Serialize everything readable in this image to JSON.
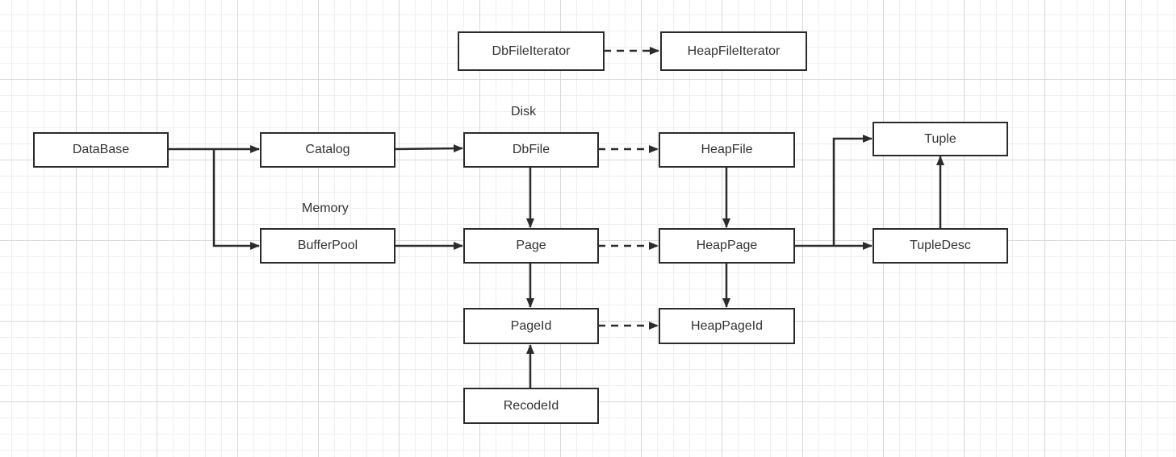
{
  "nodes": {
    "database": "DataBase",
    "catalog": "Catalog",
    "bufferpool": "BufferPool",
    "dbfile": "DbFile",
    "heapfile": "HeapFile",
    "page": "Page",
    "heappage": "HeapPage",
    "pageid": "PageId",
    "heappageid": "HeapPageId",
    "recodeid": "RecodeId",
    "tuple": "Tuple",
    "tupledesc": "TupleDesc",
    "dbfileiterator": "DbFileIterator",
    "heapfileiterator": "HeapFileIterator"
  },
  "labels": {
    "disk": "Disk",
    "memory": "Memory"
  },
  "colors": {
    "stroke": "#2b2b2b",
    "text": "#333333",
    "grid_major": "#d8d8d8",
    "grid_minor": "#efefef"
  }
}
